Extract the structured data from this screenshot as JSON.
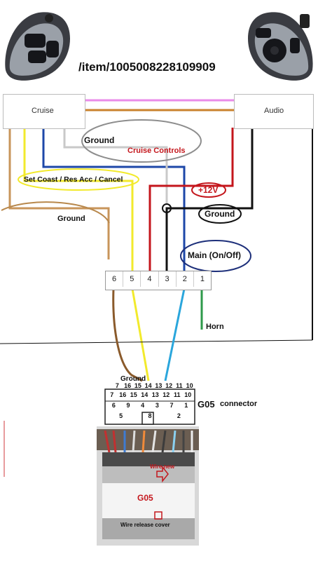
{
  "url_text": "/item/1005008228109909",
  "modules": {
    "cruise": "Cruise",
    "audio": "Audio"
  },
  "labels": {
    "ground_top": "Ground",
    "cruise_controls": "Cruise Controls",
    "set_coast": "Set Coast / Res Acc / Cancel",
    "plus12v": "+12V",
    "ground_mid": "Ground",
    "ground_left": "Ground",
    "main_onoff": "Main (On/Off)",
    "horn": "Horn",
    "ground_g05": "Ground",
    "g05_connector": "G05",
    "connector_word": "connector",
    "wire_new": "Wire new",
    "g05_photo": "G05",
    "wire_release_cover": "Wire release cover"
  },
  "terminal_pins": [
    "6",
    "5",
    "4",
    "3",
    "2",
    "1"
  ],
  "g05_top_numbers": [
    "7",
    "16",
    "15",
    "14",
    "13",
    "12",
    "11",
    "10"
  ],
  "g05_face": {
    "row1": [
      "7",
      "16",
      "15",
      "14",
      "13",
      "12",
      "11",
      "10"
    ],
    "row2": [
      "6",
      "9",
      "4",
      "3",
      "7",
      "1"
    ],
    "row3": [
      "5",
      "8",
      "2"
    ]
  },
  "wire_colors": {
    "pink": "#e98be8",
    "orange": "#c9822d",
    "tan": "#c8955b",
    "yellow": "#f2ea2c",
    "blue": "#1d47a8",
    "gray": "#c9c9c9",
    "red": "#c4161c",
    "black": "#111111",
    "lightblue": "#2aa6dc",
    "green": "#2e9a4a",
    "brown": "#8a5a2b"
  }
}
